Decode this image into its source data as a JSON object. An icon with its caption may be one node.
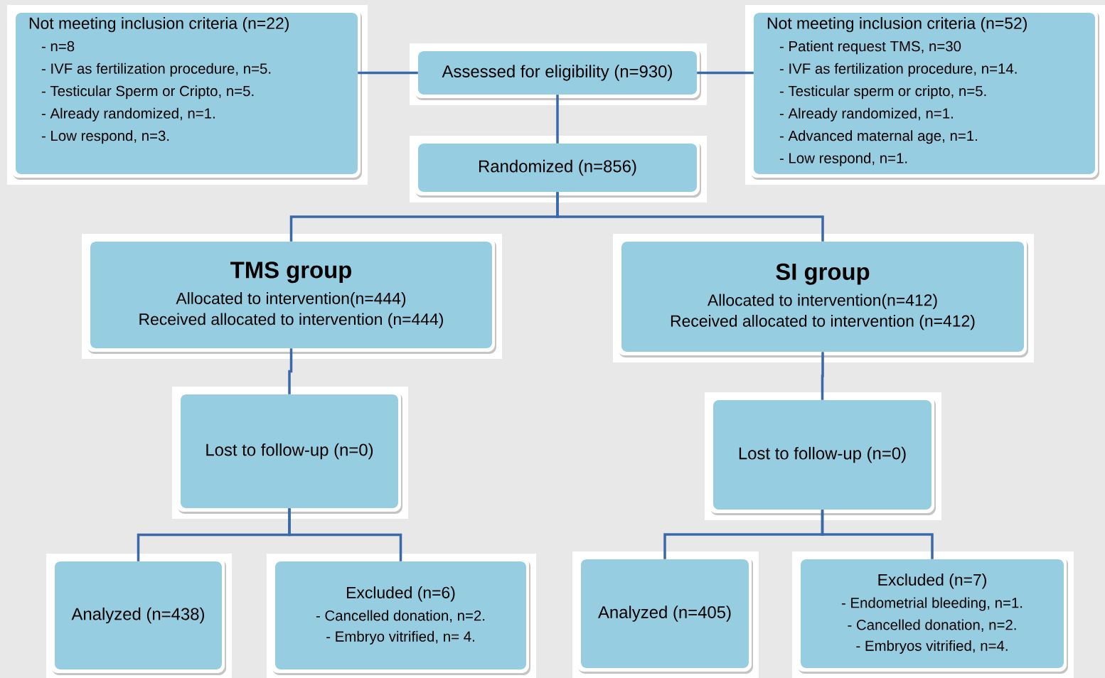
{
  "diagram": {
    "nodes": [
      {
        "text": [
          "Not meeting inclusion criteria (n=22)",
          "- n=8",
          "- IVF as fertilization procedure, n=5.",
          "- Testicular Sperm or Cripto, n=5.",
          "- Already randomized, n=1.",
          "- Low respond, n=3."
        ]
      },
      {
        "text": [
          "Assessed for eligibility (n=930)"
        ]
      },
      {
        "text": [
          "Not meeting inclusion criteria (n=52)",
          "- Patient request TMS, n=30",
          "- IVF as fertilization procedure, n=14.",
          "- Testicular sperm or cripto, n=5.",
          "- Already randomized, n=1.",
          "- Advanced maternal age, n=1.",
          "- Low respond, n=1."
        ]
      },
      {
        "text": [
          "Randomized (n=856)"
        ]
      },
      {
        "text": [
          "TMS group",
          "Allocated to intervention(n=444)",
          "Received allocated to intervention (n=444)"
        ]
      },
      {
        "text": [
          "SI group",
          "Allocated to intervention(n=412)",
          "Received allocated to intervention (n=412)"
        ]
      },
      {
        "text": [
          "Lost to follow-up (n=0)"
        ]
      },
      {
        "text": [
          "Lost to follow-up (n=0)"
        ]
      },
      {
        "text": [
          "Analyzed (n=438)"
        ]
      },
      {
        "text": [
          "Excluded (n=6)",
          "- Cancelled donation, n=2.",
          "- Embryo vitrified, n= 4."
        ]
      },
      {
        "text": [
          "Analyzed (n=405)"
        ]
      },
      {
        "text": [
          "Excluded (n=7)",
          "- Endometrial bleeding, n=1.",
          "- Cancelled donation, n=2.",
          "- Embryos vitrified, n=4."
        ]
      }
    ],
    "edges": [
      {
        "from": 1,
        "to": 0,
        "arrow": "none"
      },
      {
        "from": 1,
        "to": 2,
        "arrow": "none"
      },
      {
        "from": 1,
        "to": 3,
        "arrow": "none"
      },
      {
        "from": 3,
        "to": 4,
        "arrow": "none"
      },
      {
        "from": 3,
        "to": 5,
        "arrow": "none"
      },
      {
        "from": 4,
        "to": 6,
        "arrow": "none"
      },
      {
        "from": 5,
        "to": 7,
        "arrow": "none"
      },
      {
        "from": 6,
        "to": 8,
        "arrow": "none"
      },
      {
        "from": 6,
        "to": 9,
        "arrow": "none"
      },
      {
        "from": 7,
        "to": 10,
        "arrow": "none"
      },
      {
        "from": 7,
        "to": 11,
        "arrow": "none"
      }
    ]
  }
}
